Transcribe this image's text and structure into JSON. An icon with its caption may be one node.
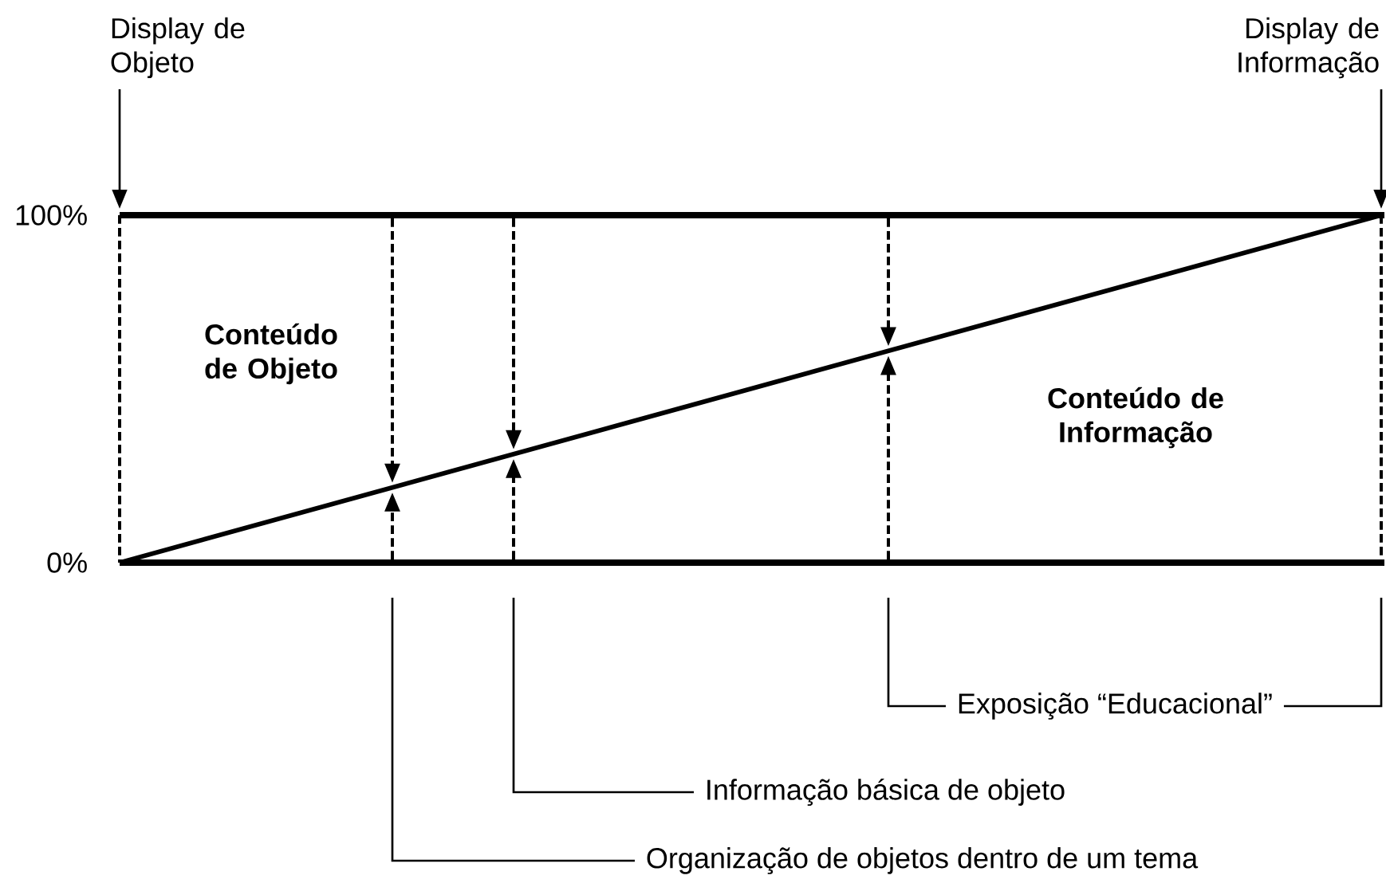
{
  "diagram": {
    "nodes": [
      {
        "text": [
          "Display de Objeto"
        ]
      },
      {
        "text": [
          "Display de Informação"
        ]
      },
      {
        "text": [
          "Organização de objetos dentro de um tema"
        ]
      },
      {
        "text": [
          "Informação básica de objeto"
        ]
      },
      {
        "text": [
          "Exposição “Educacional”"
        ]
      }
    ],
    "edges": [
      {
        "from": 0,
        "to": null,
        "arrow": "to"
      },
      {
        "from": 1,
        "to": null,
        "arrow": "to"
      },
      {
        "from": 2,
        "to": null,
        "arrow": "none"
      },
      {
        "from": 3,
        "to": null,
        "arrow": "none"
      },
      {
        "from": 4,
        "to": null,
        "arrow": "none"
      },
      {
        "from": 4,
        "to": null,
        "arrow": "none"
      }
    ],
    "labels": [
      "100%",
      "0%",
      "Conteúdo de Objeto",
      "Conteúdo de Informação"
    ]
  }
}
